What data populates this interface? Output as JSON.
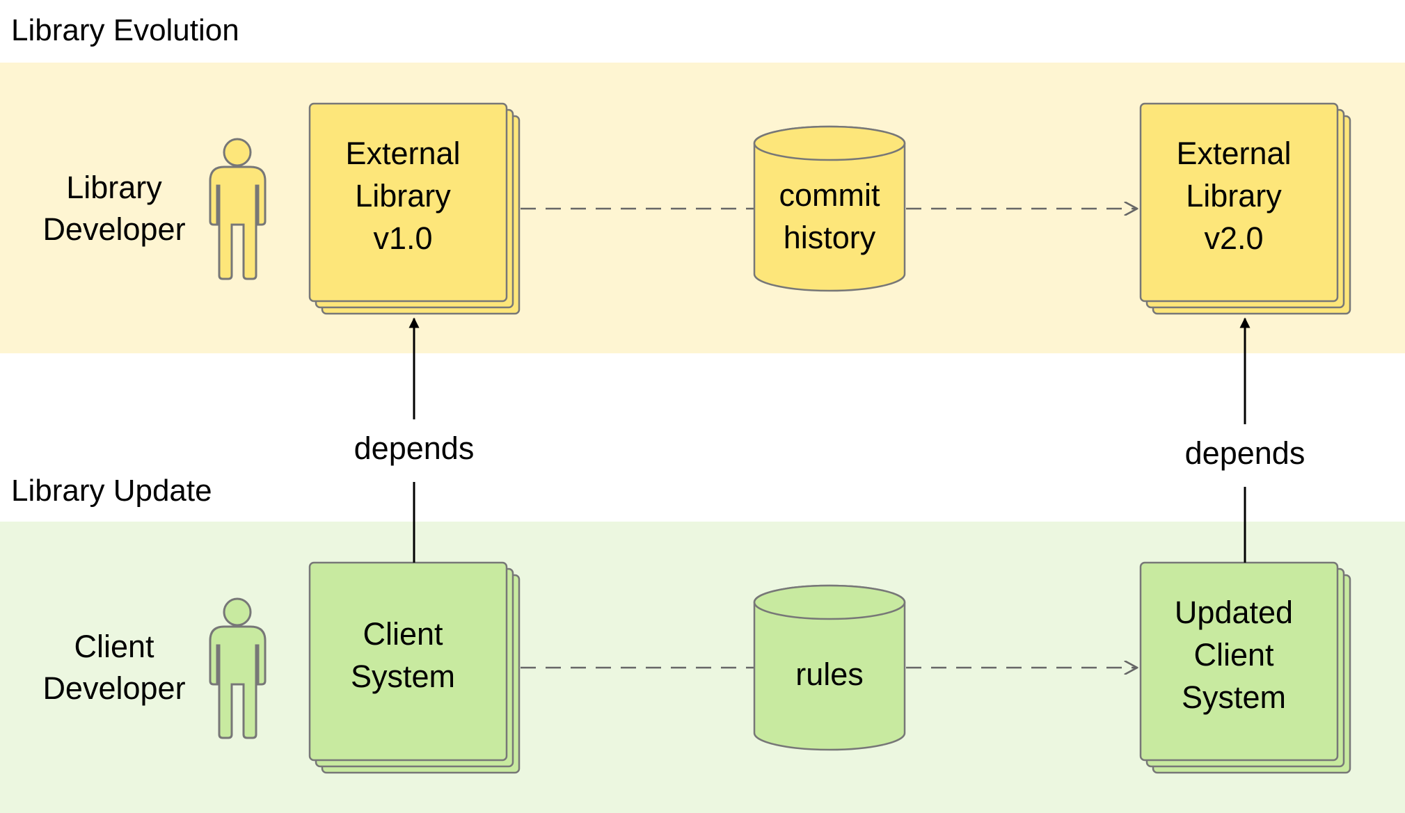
{
  "sections": {
    "evolution": {
      "title": "Library Evolution",
      "band_color": "#FEF5D2"
    },
    "update": {
      "title": "Library Update",
      "band_color": "#ECF7E0"
    }
  },
  "actors": {
    "library_developer": {
      "line1": "Library",
      "line2": "Developer",
      "color": "#FDE67A"
    },
    "client_developer": {
      "line1": "Client",
      "line2": "Developer",
      "color": "#C8EAA0"
    }
  },
  "nodes": {
    "lib_v1": {
      "lines": [
        "External",
        "Library",
        "v1.0"
      ],
      "color": "#FDE67A"
    },
    "commit_history": {
      "lines": [
        "commit",
        "history"
      ],
      "color": "#FDE67A"
    },
    "lib_v2": {
      "lines": [
        "External",
        "Library",
        "v2.0"
      ],
      "color": "#FDE67A"
    },
    "client_system": {
      "lines": [
        "Client",
        "System"
      ],
      "color": "#C8EAA0"
    },
    "rules": {
      "lines": [
        "rules"
      ],
      "color": "#C8EAA0"
    },
    "updated_client": {
      "lines": [
        "Updated",
        "Client",
        "System"
      ],
      "color": "#C8EAA0"
    }
  },
  "edges": {
    "depends_left": "depends",
    "depends_right": "depends"
  },
  "colors": {
    "stroke": "#777777",
    "arrow": "#000000",
    "dash": "#666666"
  }
}
